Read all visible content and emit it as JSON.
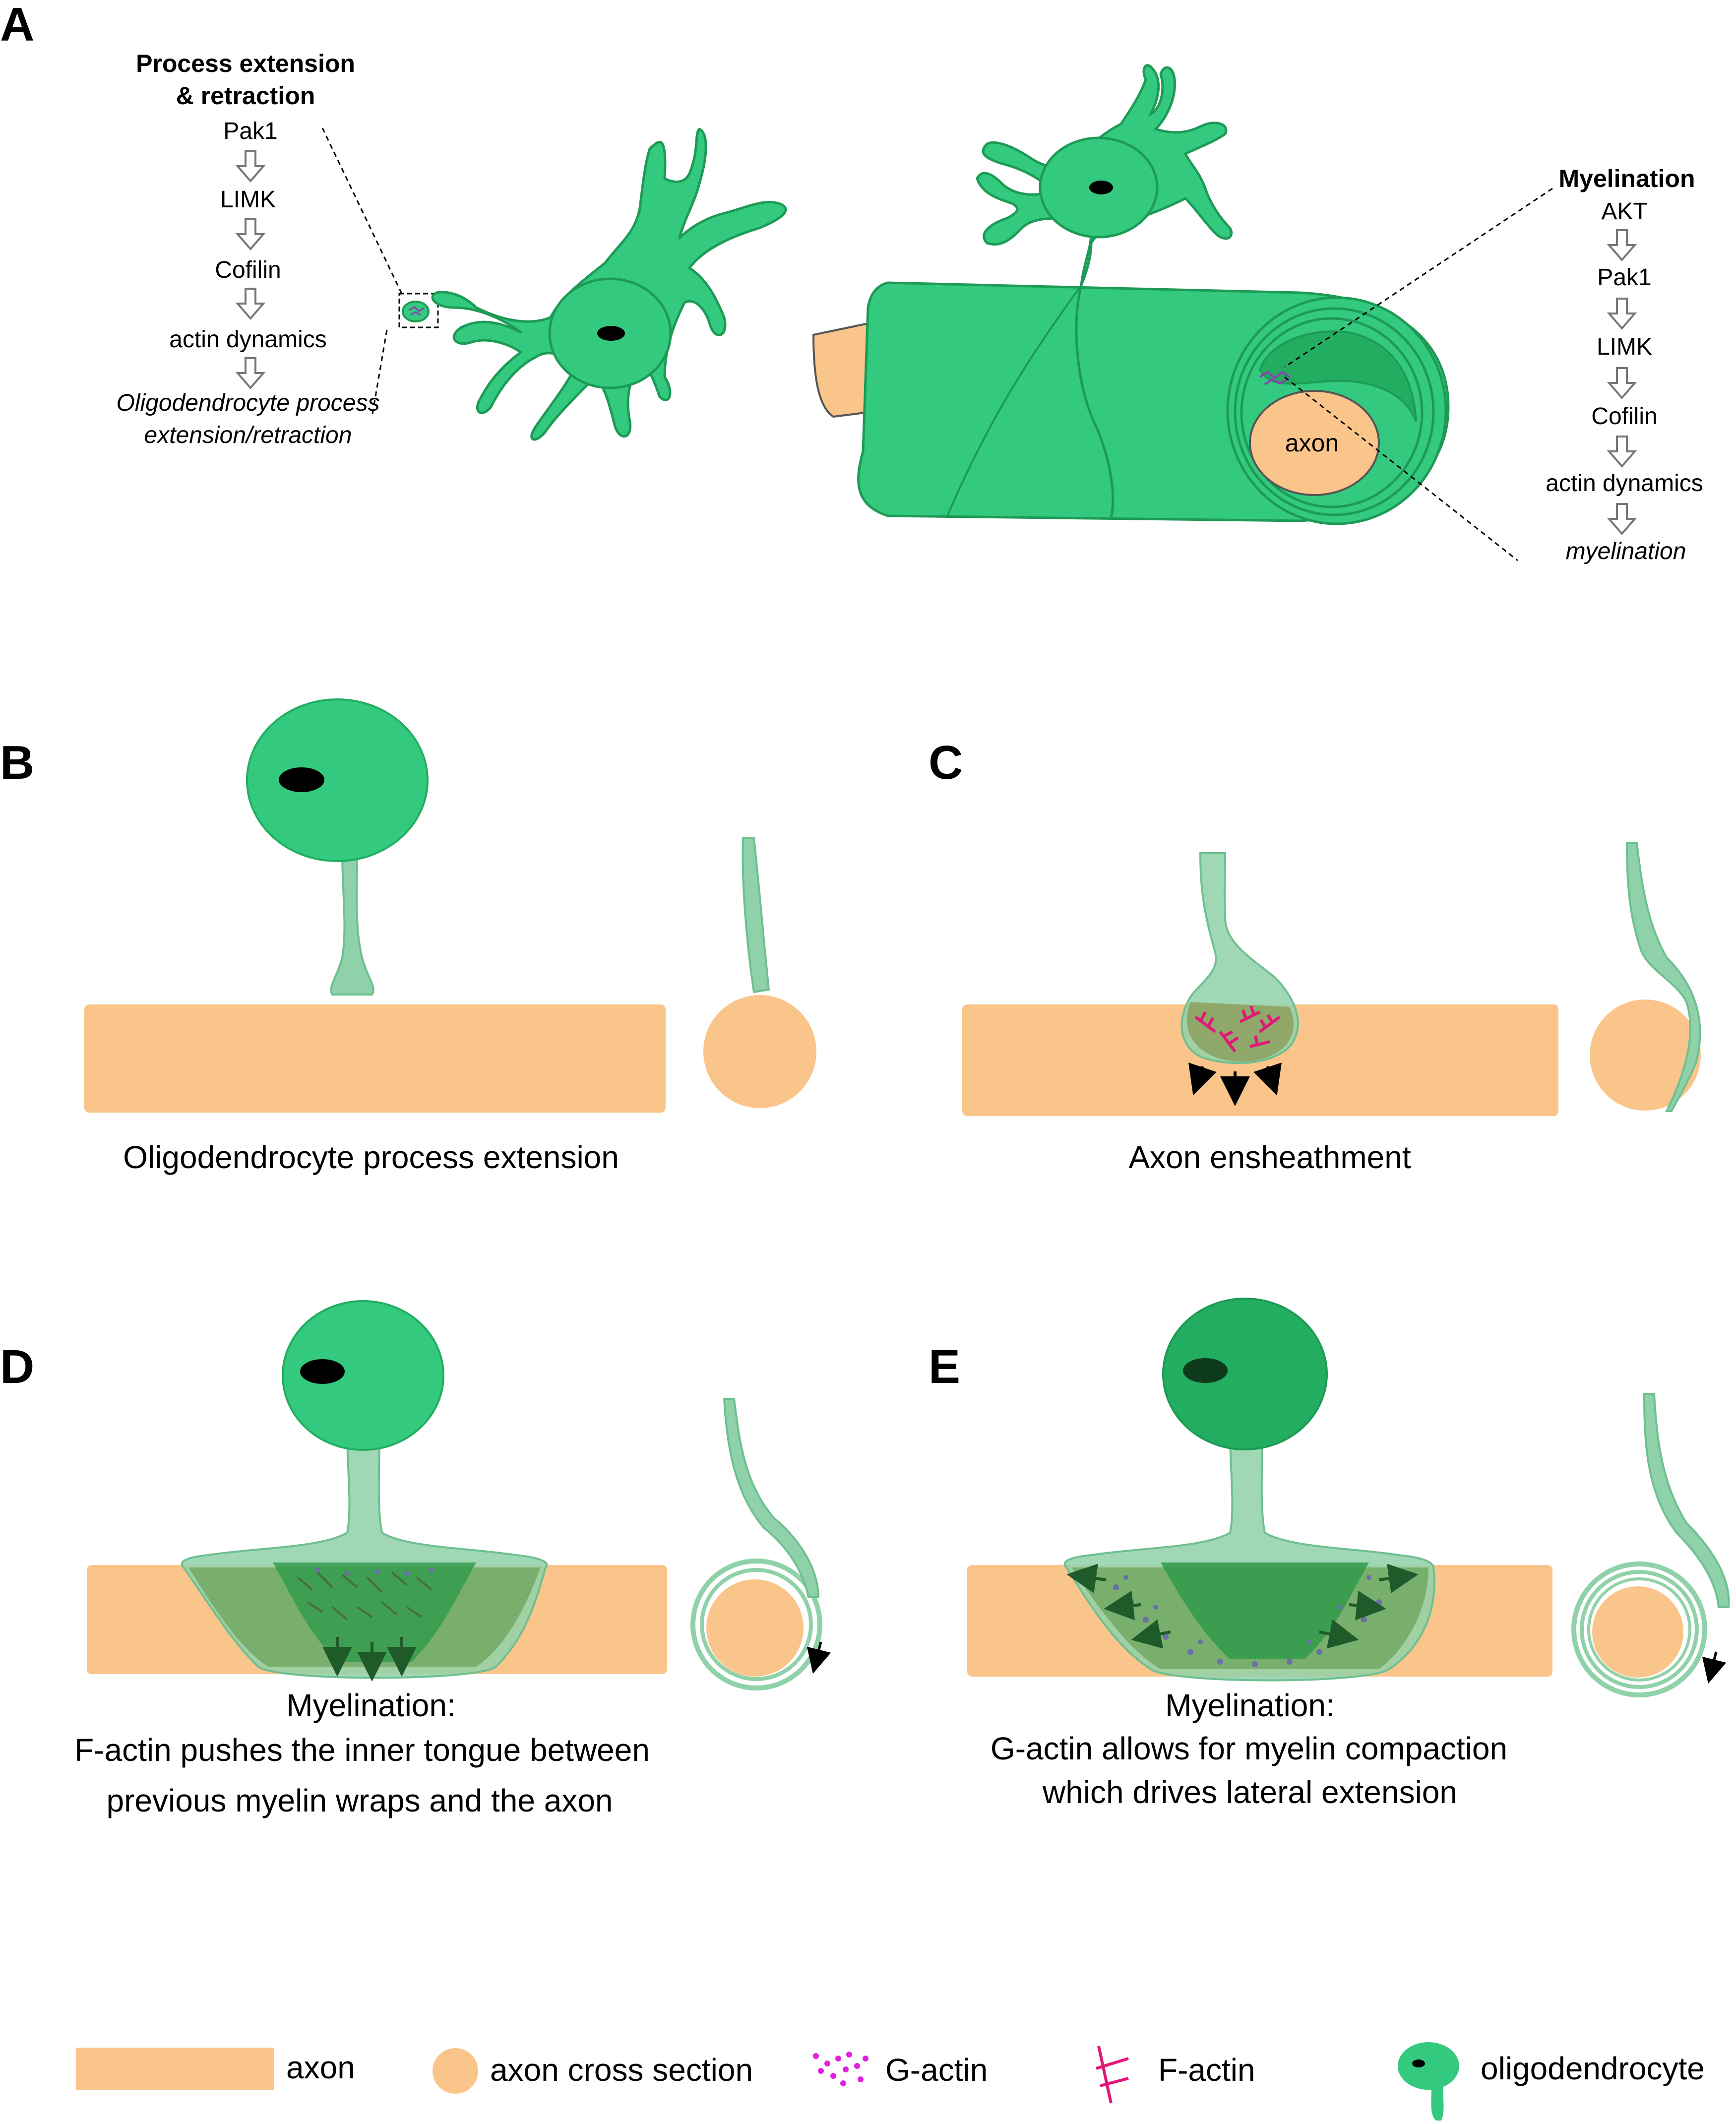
{
  "colors": {
    "oligodendrocyte": "#33c97e",
    "oligodendrocyte_dark": "#22ad60",
    "oligodendrocyte_stroke": "#1d9a55",
    "process_light": "#8fd1a8",
    "axon": "#fac58a",
    "f_actin": "#e0187a",
    "g_actin": "#e020e0",
    "g_actin_dots": "#6a6fa8",
    "arrow_dark": "#1f5a2a"
  },
  "panel_a": {
    "letter": "A",
    "left_pathway": {
      "heading_line1": "Process extension",
      "heading_line2": "& retraction",
      "steps": [
        "Pak1",
        "LIMK",
        "Cofilin",
        "actin dynamics"
      ],
      "outcome_line1": "Oligodendrocyte process",
      "outcome_line2": "extension/retraction"
    },
    "axon_label": "axon",
    "right_pathway": {
      "heading": "Myelination",
      "steps": [
        "AKT",
        "Pak1",
        "LIMK",
        "Cofilin",
        "actin dynamics"
      ],
      "outcome": "myelination"
    }
  },
  "panel_b": {
    "letter": "B",
    "caption": "Oligodendrocyte process extension"
  },
  "panel_c": {
    "letter": "C",
    "caption": "Axon ensheathment"
  },
  "panel_d": {
    "letter": "D",
    "caption_line1": "Myelination:",
    "caption_line2": "F-actin pushes the inner tongue between",
    "caption_line3": "previous myelin wraps and the axon"
  },
  "panel_e": {
    "letter": "E",
    "caption_line1": "Myelination:",
    "caption_line2": "G-actin allows for myelin compaction",
    "caption_line3": "which drives lateral extension"
  },
  "legend": {
    "axon": "axon",
    "axon_cross_section": "axon cross section",
    "g_actin": "G-actin",
    "f_actin": "F-actin",
    "oligodendrocyte": "oligodendrocyte"
  }
}
